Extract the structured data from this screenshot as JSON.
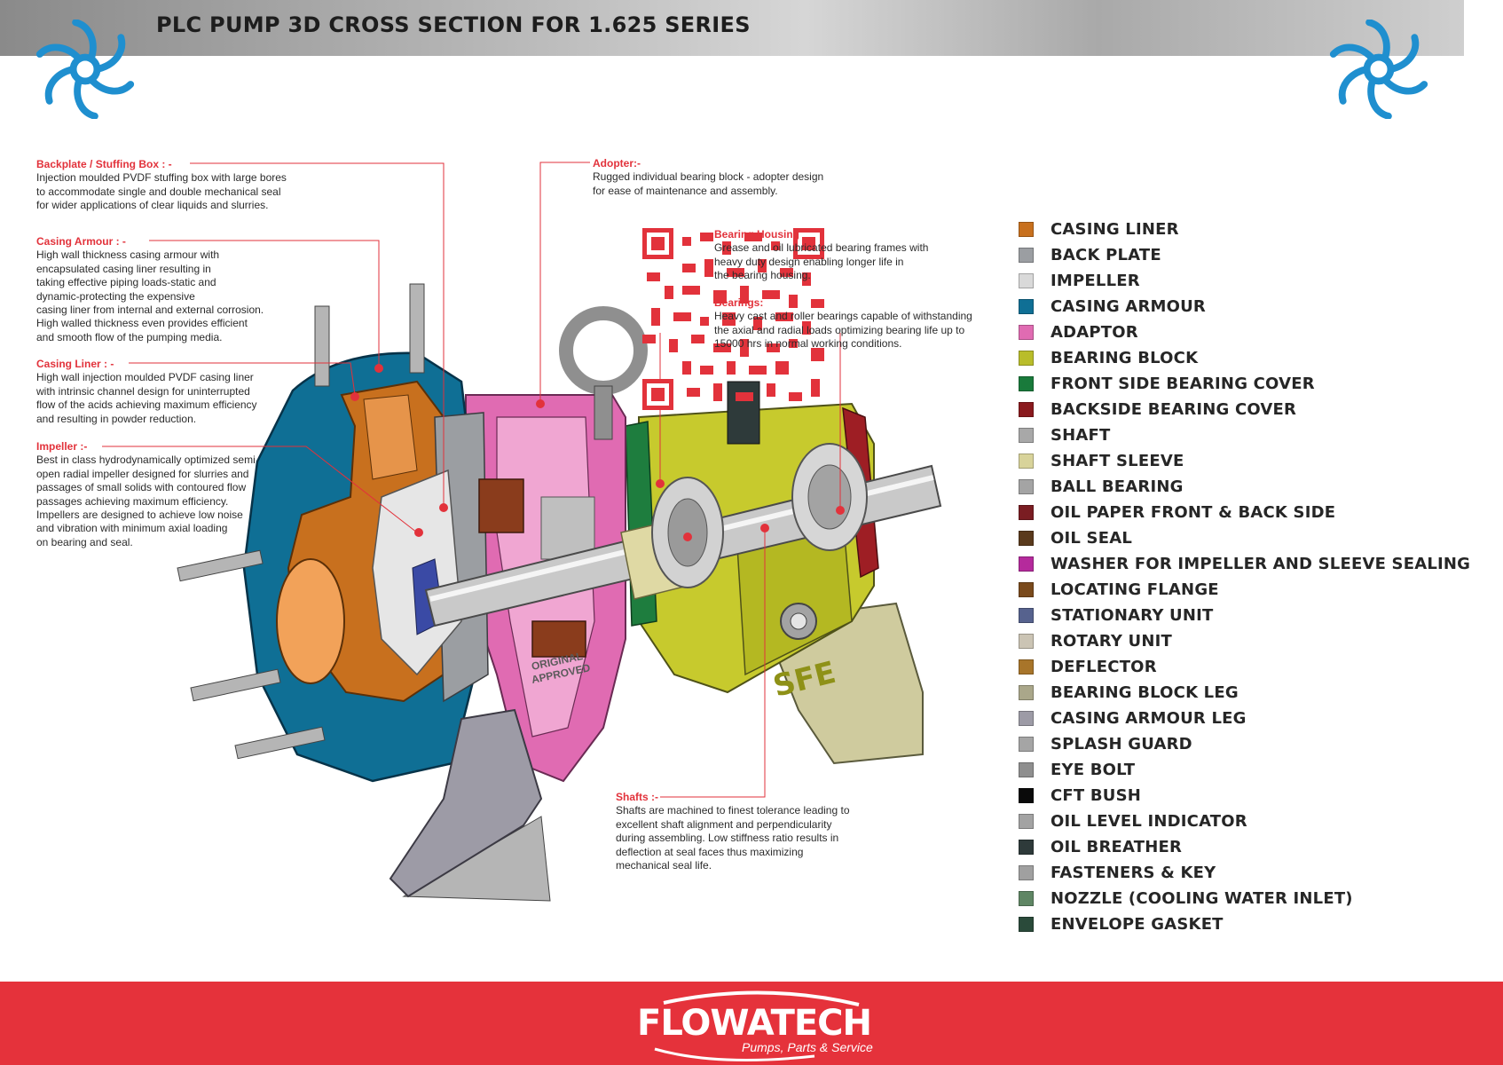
{
  "header": {
    "title": "PLC PUMP 3D CROSS SECTION FOR 1.625 SERIES"
  },
  "callouts": {
    "backplate": {
      "heading": "Backplate / Stuffing Box : -",
      "text": "Injection moulded PVDF stuffing box with large bores\nto accommodate single and double mechanical seal\nfor wider applications of clear liquids and slurries."
    },
    "casing_armour": {
      "heading": "Casing Armour : -",
      "text": "High wall thickness casing armour with\nencapsulated casing liner resulting in\ntaking effective piping loads-static and\ndynamic-protecting the expensive\ncasing liner from internal and external corrosion.\nHigh walled thickness even provides efficient\nand smooth  flow of the pumping media."
    },
    "casing_liner": {
      "heading": "Casing Liner : -",
      "text": "High wall injection moulded PVDF casing liner\nwith intrinsic channel design for uninterrupted\nflow of the acids achieving maximum efficiency\nand resulting in powder reduction."
    },
    "impeller": {
      "heading": "Impeller :-",
      "text": "Best in class hydrodynamically optimized semi\nopen radial impeller designed for slurries and\npassages of small solids with contoured flow\npassages achieving maximum efficiency.\nImpellers are designed to achieve low noise\nand vibration with minimum axial loading\non bearing and seal."
    },
    "adopter": {
      "heading": "Adopter:-",
      "text": "Rugged individual bearing block - adopter design\nfor ease of maintenance and assembly."
    },
    "bearing_housing": {
      "heading": "Bearing Housing",
      "text": "Grease and oil lubricated bearing frames with\nheavy duty design enabling longer life in\nthe bearing housing."
    },
    "bearings": {
      "heading": "Bearings:",
      "text": "Heavy cast and roller bearings capable of withstanding\nthe axial and radial loads optimizing bearing life up to\n15000 hrs in normal working conditions."
    },
    "shafts": {
      "heading": "Shafts :-",
      "text": "Shafts are machined to finest tolerance leading to\nexcellent shaft alignment and perpendicularity\nduring assembling. Low stiffness ratio results in\ndeflection at seal faces thus maximizing\nmechanical seal life."
    }
  },
  "legend": [
    {
      "label": "CASING LINER",
      "color": "#c8701e"
    },
    {
      "label": "BACK PLATE",
      "color": "#9b9ea2"
    },
    {
      "label": "IMPELLER",
      "color": "#d9d9d9"
    },
    {
      "label": "CASING ARMOUR",
      "color": "#0f6f95"
    },
    {
      "label": "ADAPTOR",
      "color": "#e06bb2"
    },
    {
      "label": "BEARING BLOCK",
      "color": "#b9bd2a"
    },
    {
      "label": "FRONT SIDE BEARING COVER",
      "color": "#197a3b"
    },
    {
      "label": "BACKSIDE BEARING COVER",
      "color": "#8a1a1e"
    },
    {
      "label": "SHAFT",
      "color": "#a8a8a8"
    },
    {
      "label": "SHAFT SLEEVE",
      "color": "#d8d39a"
    },
    {
      "label": "BALL BEARING",
      "color": "#a4a4a4"
    },
    {
      "label": "OIL PAPER FRONT & BACK SIDE",
      "color": "#7a1d22"
    },
    {
      "label": "OIL SEAL",
      "color": "#5a3a1c"
    },
    {
      "label": "WASHER FOR IMPELLER AND SLEEVE SEALING",
      "color": "#b52a9c"
    },
    {
      "label": "LOCATING FLANGE",
      "color": "#7a4a1c"
    },
    {
      "label": "STATIONARY UNIT",
      "color": "#56628e"
    },
    {
      "label": "ROTARY UNIT",
      "color": "#cbc4b4"
    },
    {
      "label": "DEFLECTOR",
      "color": "#a8752a"
    },
    {
      "label": "BEARING BLOCK LEG",
      "color": "#aaa78a"
    },
    {
      "label": "CASING ARMOUR LEG",
      "color": "#9d9ba6"
    },
    {
      "label": "SPLASH GUARD",
      "color": "#a5a5a5"
    },
    {
      "label": "EYE BOLT",
      "color": "#8f8f8f"
    },
    {
      "label": "CFT BUSH",
      "color": "#0a0a0a"
    },
    {
      "label": "OIL LEVEL INDICATOR",
      "color": "#a3a3a3"
    },
    {
      "label": "OIL BREATHER",
      "color": "#2e3a3a"
    },
    {
      "label": "FASTENERS & KEY",
      "color": "#a0a0a0"
    },
    {
      "label": "NOZZLE (COOLING WATER INLET)",
      "color": "#5f8664"
    },
    {
      "label": "ENVELOPE GASKET",
      "color": "#2a4a3a"
    }
  ],
  "illustration": {
    "plate_marks": [
      "SFE",
      "ORIGINAL",
      "APPROVED"
    ]
  },
  "footer": {
    "brand": "FLOWATECH",
    "tagline": "Pumps, Parts & Service"
  },
  "colors": {
    "accent": "#e5323b",
    "logo_blue": "#1f8fcf",
    "heading_red": "#e2323b"
  }
}
